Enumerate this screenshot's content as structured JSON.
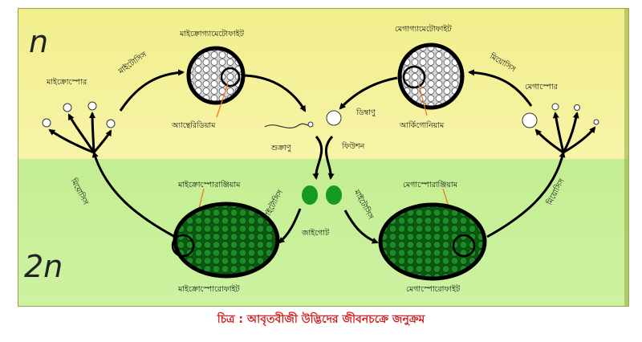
{
  "ploidy": {
    "haploid": "n",
    "diploid": "2n"
  },
  "labels": {
    "microspore": "মাইক্রোস্পোর",
    "microgametophyte": "মাইক্রোগ্যামেটোফাইট",
    "antheridium": "অ্যান্থেরিডিয়াম",
    "megagametophyte": "মেগাগ্যামেটোফাইট",
    "archegonium": "আর্কিগোনিয়াম",
    "megaspore": "মেগাস্পোর",
    "ovum": "ডিম্বাণু",
    "sperm": "শুক্রাণু",
    "fusion": "ফিউশন",
    "zygote": "জাইগোট",
    "microsporangium": "মাইক্রোস্পোরাঞ্জিয়াম",
    "megasporangium": "মেগাস্পোরাঞ্জিয়াম",
    "microsporophyte": "মাইক্রোস্পোরোফাইট",
    "megasporophyte": "মেগাস্পোরোফাইট",
    "mitosis": "মাইটোসিস",
    "meiosis": "মিয়োসিস"
  },
  "caption": "চিত্র : আবৃতবীজী উদ্ভিদের জীবনচক্রে জনুক্রম",
  "colors": {
    "haploid_bg": "#f6f39a",
    "diploid_bg": "#c8f09a",
    "sporophyte_green": "#0a6e14",
    "zygote_green": "#149a22",
    "caption_red": "#d11f1f"
  }
}
